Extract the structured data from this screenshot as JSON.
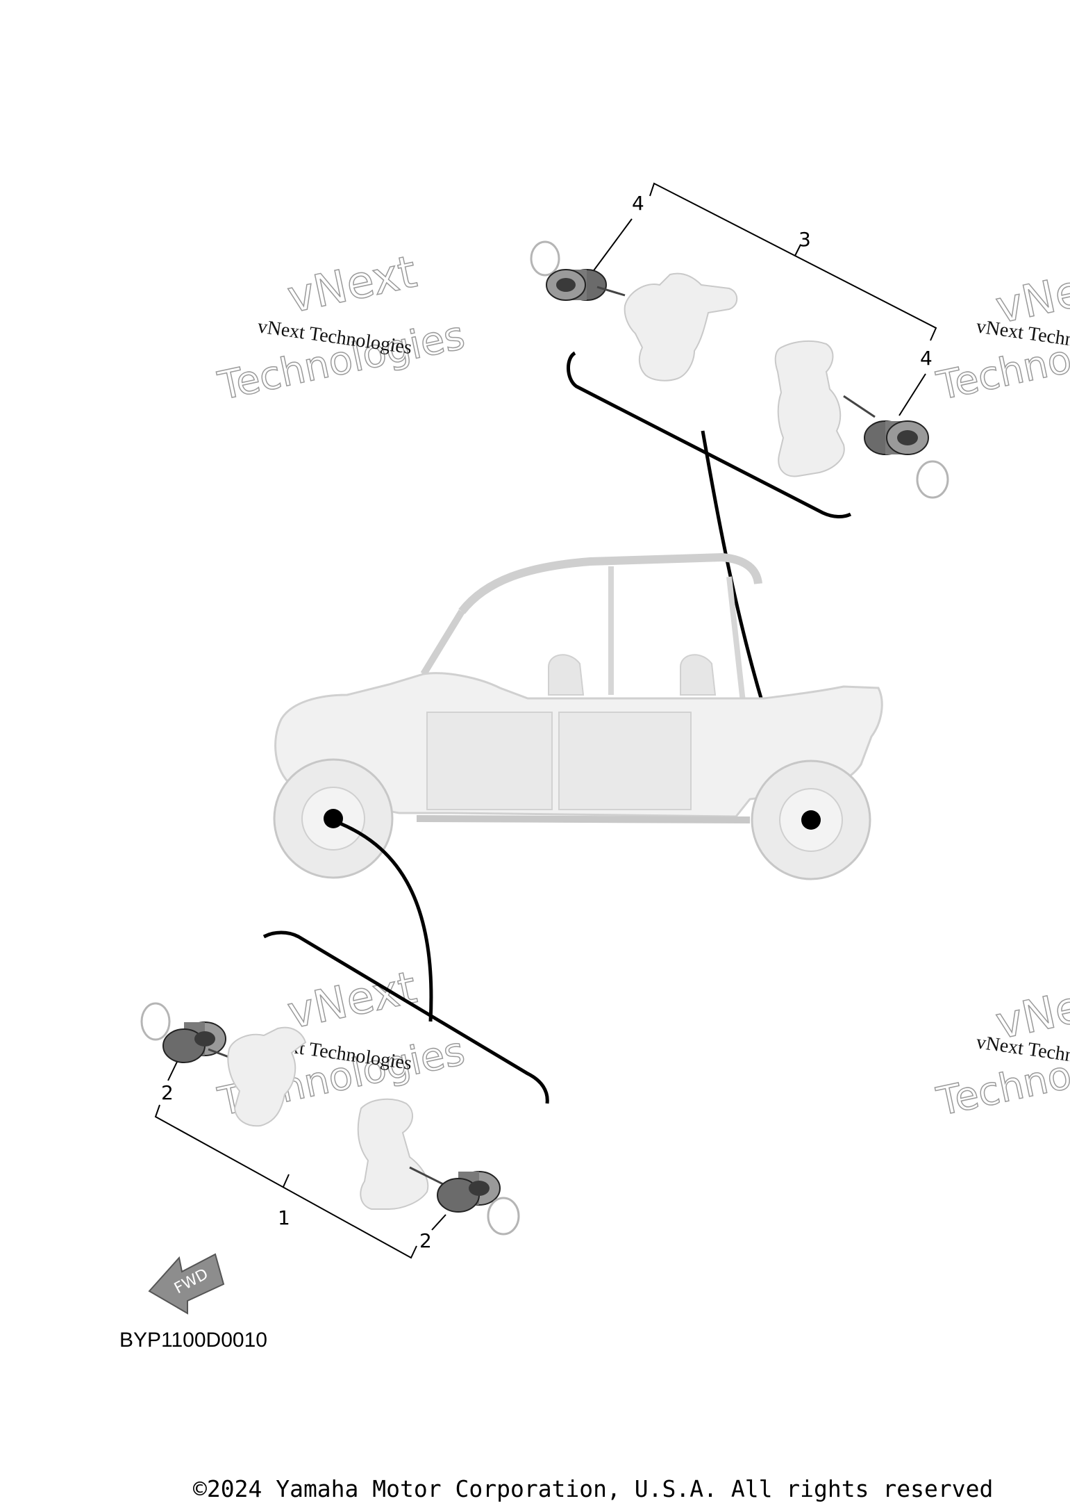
{
  "diagram": {
    "watermark": {
      "line1": "vNext",
      "line2": "Technologies",
      "caption": "vNext Technologies"
    },
    "callouts": {
      "c1": "1",
      "c2a": "2",
      "c2b": "2",
      "c3": "3",
      "c4a": "4",
      "c4b": "4"
    },
    "fwd_label": "FWD",
    "diagram_code": "BYP1100D0010",
    "copyright": "©2024 Yamaha Motor Corporation, U.S.A. All rights reserved"
  }
}
